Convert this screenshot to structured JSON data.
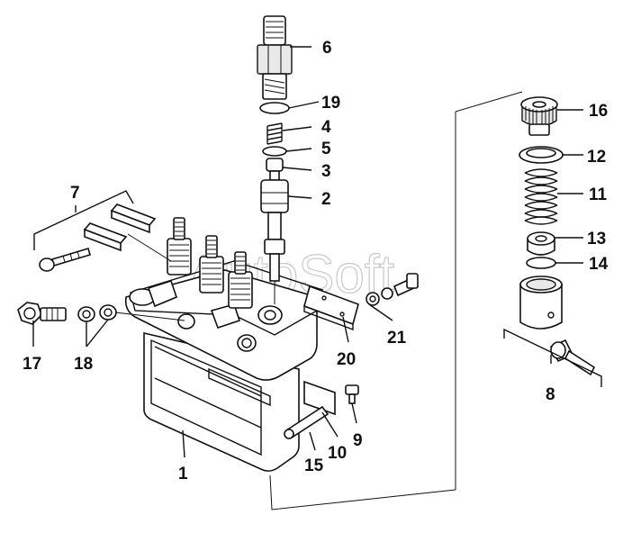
{
  "watermark": "AutoSoft",
  "labels": {
    "p1": "1",
    "p2": "2",
    "p3": "3",
    "p4": "4",
    "p5": "5",
    "p6": "6",
    "p7": "7",
    "p8": "8",
    "p9": "9",
    "p10": "10",
    "p11": "11",
    "p12": "12",
    "p13": "13",
    "p14": "14",
    "p15": "15",
    "p16": "16",
    "p17": "17",
    "p18": "18",
    "p19": "19",
    "p20": "20",
    "p21": "21"
  }
}
